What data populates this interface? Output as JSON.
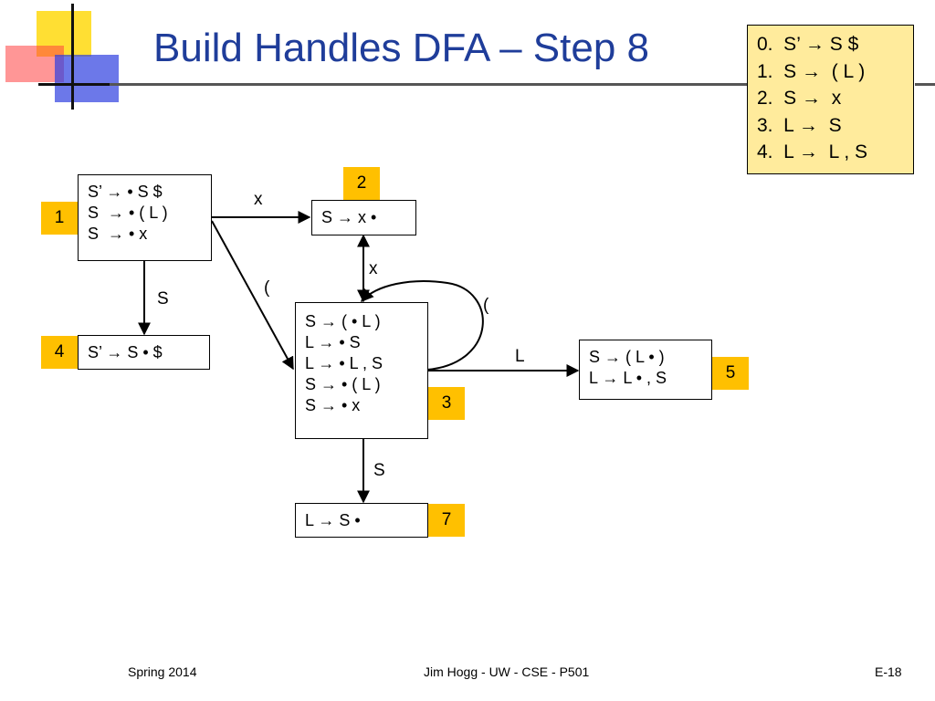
{
  "slide": {
    "title": "Build Handles DFA – Step 8"
  },
  "grammar": [
    "0.  S’ → S $",
    "1.  S →  ( L )",
    "2.  S →  x",
    "3.  L →  S",
    "4.  L →  L , S"
  ],
  "states": {
    "s1": {
      "number": "1",
      "items": [
        "S’ → • S $",
        "S  → • ( L )",
        "S  → • x"
      ]
    },
    "s2": {
      "number": "2",
      "items": [
        "S → x •"
      ]
    },
    "s3": {
      "number": "3",
      "items": [
        "S → ( • L )",
        "L → • S",
        "L → • L , S",
        "S → • ( L )",
        "S → • x"
      ]
    },
    "s4": {
      "number": "4",
      "items": [
        "S’ → S • $"
      ]
    },
    "s5": {
      "number": "5",
      "items": [
        "S → ( L • )",
        "L → L • , S"
      ]
    },
    "s7": {
      "number": "7",
      "items": [
        "L → S •"
      ]
    }
  },
  "transitions": {
    "s1_to_s2": "x",
    "s1_to_s3": "(",
    "s1_to_s4": "S",
    "s3_to_s2": "x",
    "s3_to_s3": "(",
    "s3_to_s5": "L",
    "s3_to_s7": "S"
  },
  "footer": {
    "left": "Spring 2014",
    "center": "Jim Hogg - UW - CSE - P501",
    "right": "E-18"
  }
}
